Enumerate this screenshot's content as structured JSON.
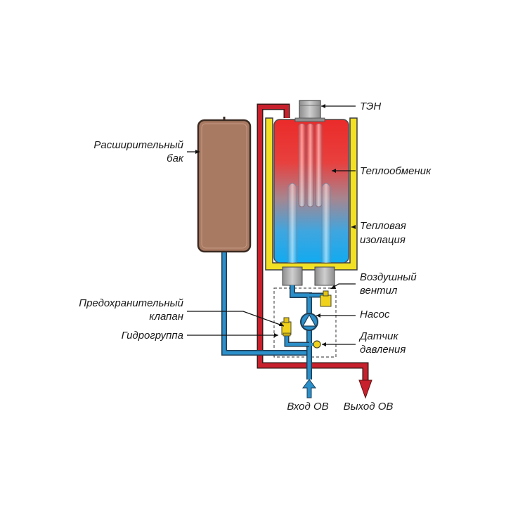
{
  "labels": {
    "heater": "ТЭН",
    "heat_exchanger": "Теплообменик",
    "insulation_line1": "Тепловая",
    "insulation_line2": "изолация",
    "expansion_tank_line1": "Расширительный",
    "expansion_tank_line2": "бак",
    "air_valve_line1": "Воздушный",
    "air_valve_line2": "вентил",
    "pump": "Насос",
    "safety_valve_line1": "Предохранительный",
    "safety_valve_line2": "клапан",
    "hydro_group": "Гидрогруппа",
    "pressure_sensor_line1": "Датчик",
    "pressure_sensor_line2": "давления",
    "inlet": "Вход ОВ",
    "outlet": "Выход ОВ"
  },
  "colors": {
    "hot_pipe": "#c8202c",
    "cold_pipe": "#2b8fc9",
    "insulation": "#f2e024",
    "tank_fill": "#a97a62",
    "tank_border": "#3a2a22",
    "hot_water": "#e8282b",
    "cold_water": "#1aa7e8",
    "heater_cap": "#a6a6a6",
    "valve": "#f0d21c"
  }
}
